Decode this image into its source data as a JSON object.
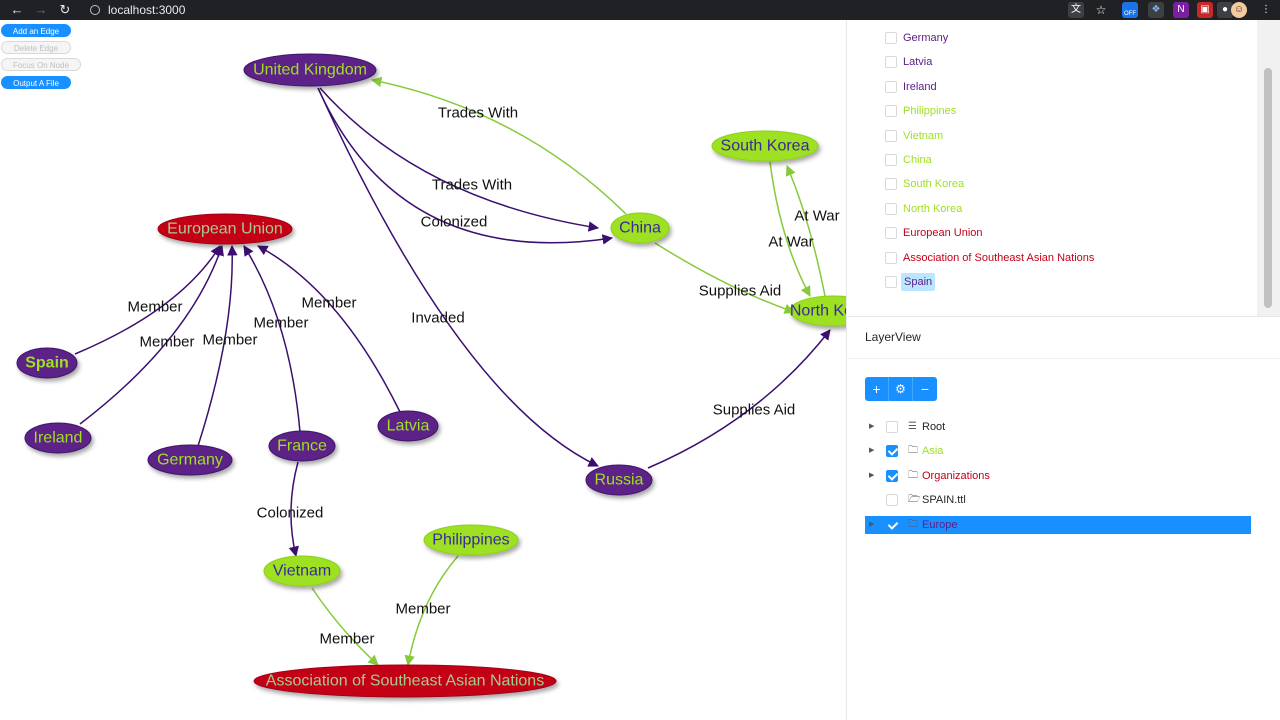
{
  "browser": {
    "url": "localhost:3000",
    "back_icon": "arrow-left-icon",
    "forward_icon": "arrow-right-icon",
    "reload_icon": "reload-icon",
    "extension_badge": "OFF"
  },
  "actions": {
    "add_edge": "Add an Edge",
    "delete_edge": "Delete Edge",
    "focus_node": "Focus On Node",
    "output_file": "Output A File"
  },
  "colors": {
    "europe_fill": "#5b2187",
    "europe_text": "#9ee022",
    "asia_fill": "#9ee022",
    "asia_text": "#3a2a9a",
    "org_fill": "#c40018",
    "org_text": "#a6cc8a",
    "europe_edge": "#3b0f70",
    "asia_edge": "#86c93a",
    "selected_bg": "#1890ff"
  },
  "graph": {
    "nodes": [
      {
        "id": "uk",
        "label": "United Kingdom",
        "group": "europe"
      },
      {
        "id": "eu",
        "label": "European Union",
        "group": "org"
      },
      {
        "id": "spain",
        "label": "Spain",
        "group": "europe",
        "bold": true
      },
      {
        "id": "ireland",
        "label": "Ireland",
        "group": "europe"
      },
      {
        "id": "germany",
        "label": "Germany",
        "group": "europe"
      },
      {
        "id": "france",
        "label": "France",
        "group": "europe"
      },
      {
        "id": "latvia",
        "label": "Latvia",
        "group": "europe"
      },
      {
        "id": "russia",
        "label": "Russia",
        "group": "europe"
      },
      {
        "id": "china",
        "label": "China",
        "group": "asia"
      },
      {
        "id": "skorea",
        "label": "South Korea",
        "group": "asia"
      },
      {
        "id": "nkorea",
        "label": "North Korea",
        "group": "asia"
      },
      {
        "id": "vietnam",
        "label": "Vietnam",
        "group": "asia"
      },
      {
        "id": "philippines",
        "label": "Philippines",
        "group": "asia"
      },
      {
        "id": "asean",
        "label": "Association of Southeast Asian Nations",
        "group": "org"
      }
    ],
    "edges": [
      {
        "from": "china",
        "to": "uk",
        "label": "Trades With",
        "group": "asia"
      },
      {
        "from": "uk",
        "to": "china",
        "label": "Trades With",
        "group": "europe"
      },
      {
        "from": "uk",
        "to": "china",
        "label": "Colonized",
        "group": "europe"
      },
      {
        "from": "uk",
        "to": "russia",
        "label": "Invaded",
        "group": "europe"
      },
      {
        "from": "china",
        "to": "nkorea",
        "label": "Supplies Aid",
        "group": "asia"
      },
      {
        "from": "russia",
        "to": "nkorea",
        "label": "Supplies Aid",
        "group": "europe"
      },
      {
        "from": "nkorea",
        "to": "skorea",
        "label": "At War",
        "group": "asia"
      },
      {
        "from": "skorea",
        "to": "nkorea",
        "label": "At War",
        "group": "asia"
      },
      {
        "from": "spain",
        "to": "eu",
        "label": "Member",
        "group": "europe"
      },
      {
        "from": "ireland",
        "to": "eu",
        "label": "Member",
        "group": "europe"
      },
      {
        "from": "germany",
        "to": "eu",
        "label": "Member",
        "group": "europe"
      },
      {
        "from": "france",
        "to": "eu",
        "label": "Member",
        "group": "europe"
      },
      {
        "from": "latvia",
        "to": "eu",
        "label": "Member",
        "group": "europe"
      },
      {
        "from": "france",
        "to": "vietnam",
        "label": "Colonized",
        "group": "europe"
      },
      {
        "from": "vietnam",
        "to": "asean",
        "label": "Member",
        "group": "asia"
      },
      {
        "from": "philippines",
        "to": "asean",
        "label": "Member",
        "group": "asia"
      }
    ]
  },
  "node_list": {
    "items": [
      {
        "label": "Germany",
        "group": "europe"
      },
      {
        "label": "Latvia",
        "group": "europe"
      },
      {
        "label": "Ireland",
        "group": "europe"
      },
      {
        "label": "Philippines",
        "group": "asia"
      },
      {
        "label": "Vietnam",
        "group": "asia"
      },
      {
        "label": "China",
        "group": "asia"
      },
      {
        "label": "South Korea",
        "group": "asia"
      },
      {
        "label": "North Korea",
        "group": "asia"
      },
      {
        "label": "European Union",
        "group": "org"
      },
      {
        "label": "Association of Southeast Asian Nations",
        "group": "org"
      },
      {
        "label": "Spain",
        "group": "europe",
        "hovered": true
      }
    ]
  },
  "layer_view": {
    "title": "LayerView",
    "toolbar": {
      "add_icon": "plus-icon",
      "settings_icon": "gear-icon",
      "remove_icon": "minus-icon"
    },
    "tree": [
      {
        "label": "Root",
        "checked": false,
        "icon": "database-icon",
        "expandable": true,
        "group": "root"
      },
      {
        "label": "Asia",
        "checked": true,
        "icon": "folder-icon",
        "expandable": true,
        "group": "asia"
      },
      {
        "label": "Organizations",
        "checked": true,
        "icon": "folder-icon",
        "expandable": true,
        "group": "org"
      },
      {
        "label": "SPAIN.ttl",
        "checked": false,
        "icon": "folder-open-icon",
        "expandable": false,
        "group": "root"
      },
      {
        "label": "Europe",
        "checked": true,
        "icon": "folder-icon",
        "expandable": true,
        "group": "europe",
        "selected": true
      }
    ]
  }
}
